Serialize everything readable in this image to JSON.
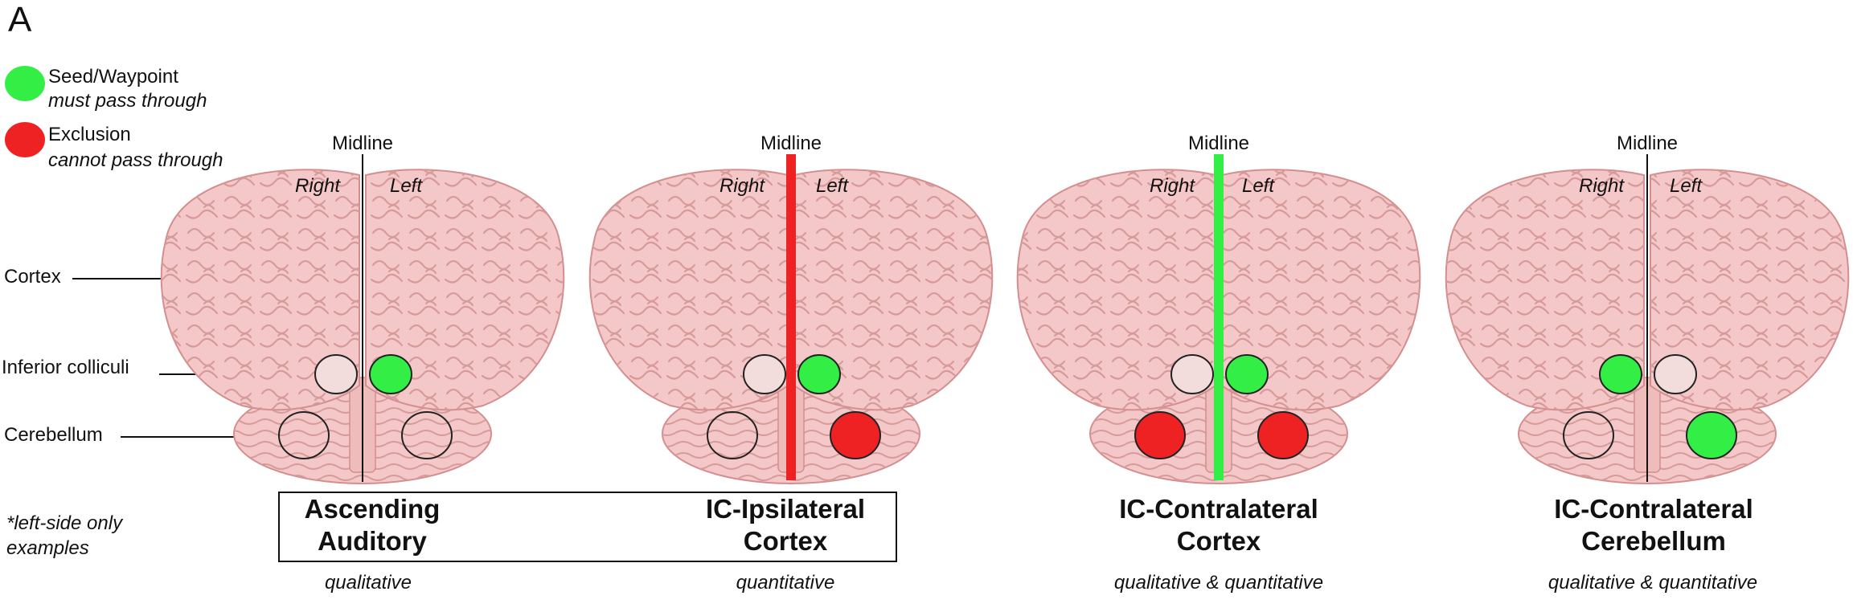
{
  "panel_label": "A",
  "legend": [
    {
      "title": "Seed/Waypoint",
      "desc": "must pass through",
      "color": "#33ee44"
    },
    {
      "title": "Exclusion",
      "desc": "cannot pass through",
      "color": "#ee2222"
    }
  ],
  "anatomy_labels": {
    "cortex": "Cortex",
    "colliculi": "Inferior colliculi",
    "cerebellum": "Cerebellum"
  },
  "midline_label": "Midline",
  "side_labels": {
    "right": "Right",
    "left": "Left"
  },
  "colors": {
    "seed": "#33ee44",
    "exclusion": "#ee2222",
    "neutral": "#f2dcdc",
    "brain": "#f4c8c8",
    "brain_dark": "#d48e8e"
  },
  "note_text": [
    "*left-side only",
    "examples"
  ],
  "panels": [
    {
      "id": "ascending-auditory",
      "title": [
        "Ascending",
        "Auditory"
      ],
      "subtitle": "qualitative",
      "midline": "none",
      "ic_right": "neutral",
      "ic_left": "seed",
      "cb_right": "outline",
      "cb_left": "outline"
    },
    {
      "id": "ic-ipsilateral-cortex",
      "title": [
        "IC-Ipsilateral",
        "Cortex"
      ],
      "subtitle": "quantitative",
      "midline": "exclusion",
      "ic_right": "neutral",
      "ic_left": "seed",
      "cb_right": "outline",
      "cb_left": "exclusion"
    },
    {
      "id": "ic-contralateral-cortex",
      "title": [
        "IC-Contralateral",
        "Cortex"
      ],
      "subtitle": "qualitative & quantitative",
      "midline": "seed",
      "ic_right": "neutral",
      "ic_left": "seed",
      "cb_right": "exclusion",
      "cb_left": "exclusion"
    },
    {
      "id": "ic-contralateral-cerebellum",
      "title": [
        "IC-Contralateral",
        "Cerebellum"
      ],
      "subtitle": "qualitative & quantitative",
      "midline": "none",
      "ic_right": "seed",
      "ic_left": "neutral",
      "cb_right": "outline",
      "cb_left": "seed"
    }
  ]
}
